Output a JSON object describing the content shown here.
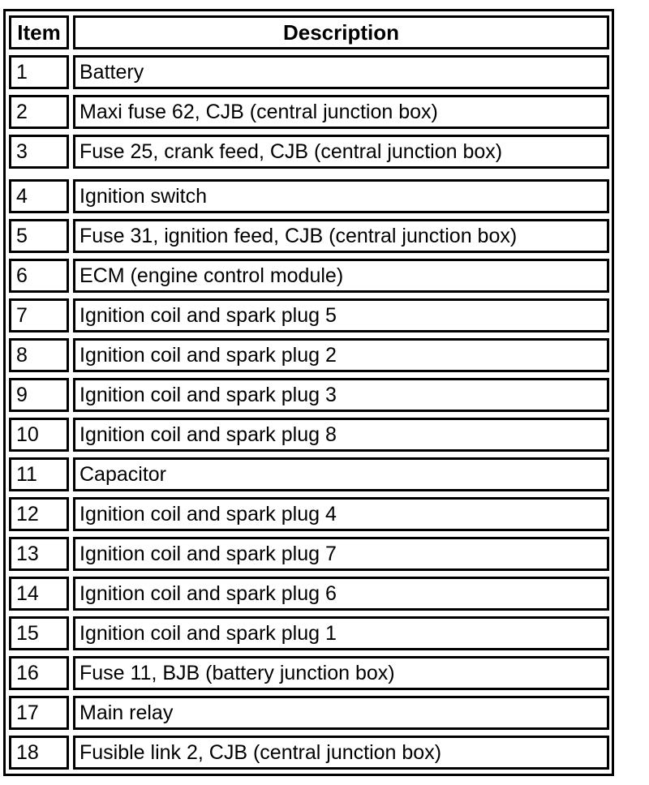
{
  "table": {
    "header": {
      "item": "Item",
      "description": "Description"
    },
    "rows": [
      {
        "item": "1",
        "description": "Battery"
      },
      {
        "item": "2",
        "description": "Maxi fuse 62, CJB (central junction box)"
      },
      {
        "item": "3",
        "description": "Fuse 25, crank feed, CJB (central junction box)"
      },
      {
        "item": "4",
        "description": "Ignition switch"
      },
      {
        "item": "5",
        "description": "Fuse 31, ignition feed, CJB (central junction box)"
      },
      {
        "item": "6",
        "description": "ECM (engine control module)"
      },
      {
        "item": "7",
        "description": "Ignition coil and spark plug 5"
      },
      {
        "item": "8",
        "description": "Ignition coil and spark plug 2"
      },
      {
        "item": "9",
        "description": "Ignition coil and spark plug 3"
      },
      {
        "item": "10",
        "description": "Ignition coil and spark plug 8"
      },
      {
        "item": "11",
        "description": "Capacitor"
      },
      {
        "item": "12",
        "description": "Ignition coil and spark plug 4"
      },
      {
        "item": "13",
        "description": "Ignition coil and spark plug 7"
      },
      {
        "item": "14",
        "description": "Ignition coil and spark plug 6"
      },
      {
        "item": "15",
        "description": "Ignition coil and spark plug 1"
      },
      {
        "item": "16",
        "description": "Fuse 11, BJB (battery junction box)"
      },
      {
        "item": "17",
        "description": "Main relay"
      },
      {
        "item": "18",
        "description": "Fusible link 2, CJB (central junction box)"
      }
    ],
    "colors": {
      "border": "#000000",
      "background": "#ffffff",
      "text": "#000000"
    }
  }
}
